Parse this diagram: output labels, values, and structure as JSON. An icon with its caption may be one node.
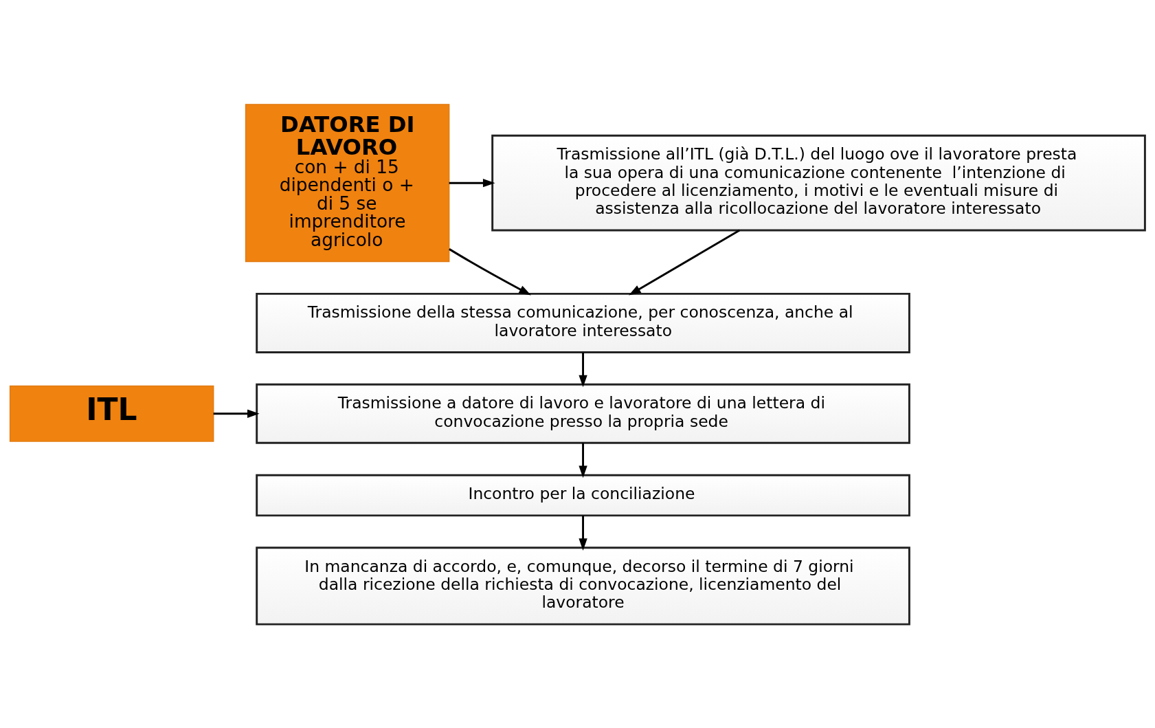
{
  "diagram": {
    "nodes": [
      {
        "text": [
          "DATORE DI LAVORO",
          "con + di 15 dipendenti o + di 5 se imprenditore agricolo"
        ]
      },
      {
        "text": [
          "Trasmissione all’ITL (già D.T.L.) del luogo ove il lavoratore presta la sua opera di una comunicazione contenente  l’intenzione di procedere al licenziamento, i motivi e le eventuali misure di assistenza alla ricollocazione del lavoratore interessato"
        ]
      },
      {
        "text": [
          "Trasmissione della stessa comunicazione, per conoscenza, anche al lavoratore interessato"
        ]
      },
      {
        "text": [
          "ITL"
        ]
      },
      {
        "text": [
          "Trasmissione a datore di lavoro e lavoratore di una lettera di convocazione presso la propria sede"
        ]
      },
      {
        "text": [
          "Incontro per la conciliazione"
        ]
      },
      {
        "text": [
          "In mancanza di accordo, e, comunque, decorso il termine di 7 giorni dalla ricezione della richiesta di convocazione, licenziamento del lavoratore"
        ]
      }
    ],
    "edges": [
      {
        "from": 0,
        "to": 1,
        "arrow": "to"
      },
      {
        "from": 0,
        "to": 2,
        "arrow": "to"
      },
      {
        "from": 1,
        "to": 2,
        "arrow": "to"
      },
      {
        "from": 2,
        "to": 4,
        "arrow": "to"
      },
      {
        "from": 3,
        "to": 4,
        "arrow": "to"
      },
      {
        "from": 4,
        "to": 5,
        "arrow": "to"
      },
      {
        "from": 5,
        "to": 6,
        "arrow": "to"
      }
    ]
  }
}
